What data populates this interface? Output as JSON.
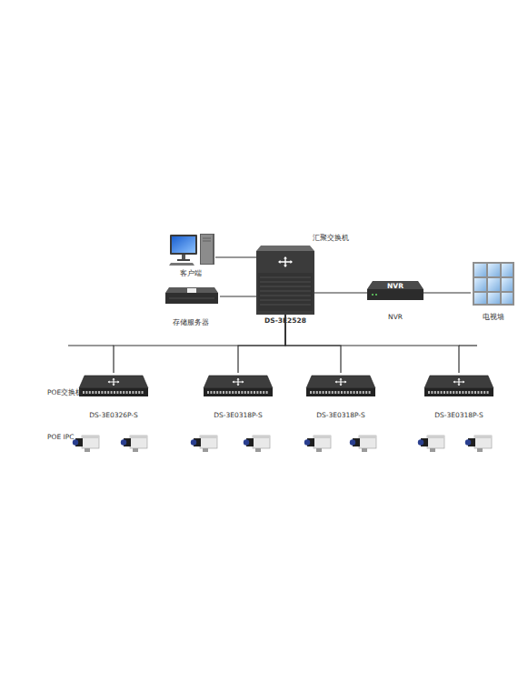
{
  "diagram": {
    "nodes": [
      {
        "text": [
          "客户端"
        ]
      },
      {
        "text": [
          "汇聚交换机",
          "DS-3E2528"
        ]
      },
      {
        "text": [
          "存储服务器"
        ]
      },
      {
        "text": [
          "NVR",
          "NVR"
        ]
      },
      {
        "text": [
          "电视墙"
        ]
      },
      {
        "text": [
          "DS-3E0326P-S"
        ]
      },
      {
        "text": [
          "DS-3E0318P-S"
        ]
      },
      {
        "text": [
          "DS-3E0318P-S"
        ]
      },
      {
        "text": [
          "DS-3E0318P-S"
        ]
      }
    ],
    "edges": [
      {
        "from": 0,
        "to": 1,
        "arrow": "none"
      },
      {
        "from": 2,
        "to": 1,
        "arrow": "none"
      },
      {
        "from": 1,
        "to": 3,
        "arrow": "none"
      },
      {
        "from": 3,
        "to": 4,
        "arrow": "none"
      },
      {
        "from": 1,
        "to": 5,
        "arrow": "none"
      },
      {
        "from": 1,
        "to": 6,
        "arrow": "none"
      },
      {
        "from": 1,
        "to": 7,
        "arrow": "none"
      },
      {
        "from": 1,
        "to": 8,
        "arrow": "none"
      }
    ],
    "labels": [
      "POE交换机",
      "POE IPC"
    ]
  }
}
